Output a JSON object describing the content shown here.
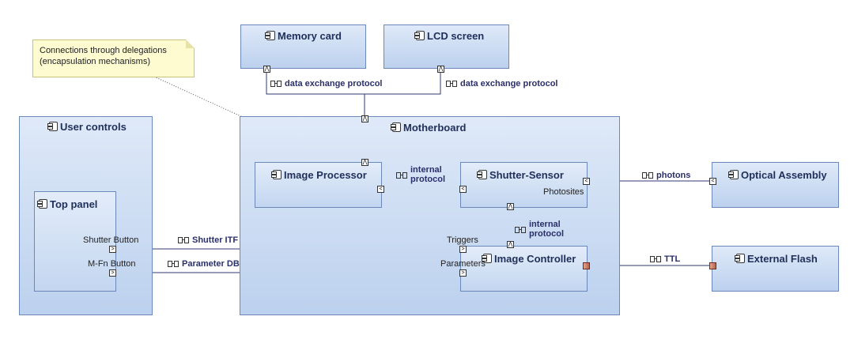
{
  "note": {
    "line1": "Connections through delegations",
    "line2": "(encapsulation mechanisms)"
  },
  "components": {
    "memory_card": "Memory card",
    "lcd_screen": "LCD screen",
    "user_controls": "User controls",
    "top_panel": "Top panel",
    "motherboard": "Motherboard",
    "image_processor": "Image Processor",
    "shutter_sensor": "Shutter-Sensor",
    "image_controller": "Image Controller",
    "optical_assembly": "Optical Assembly",
    "external_flash": "External Flash"
  },
  "ports": {
    "shutter_button": "Shutter Button",
    "mfn_button": "M-Fn Button",
    "triggers": "Triggers",
    "parameters": "Parameters",
    "photosites": "Photosites"
  },
  "connectors": {
    "data_exchange_1": "data exchange protocol",
    "data_exchange_2": "data exchange protocol",
    "internal_1_a": "internal",
    "internal_1_b": "protocol",
    "internal_2_a": "internal",
    "internal_2_b": "protocol",
    "photons": "photons",
    "shutter_itf": "Shutter ITF",
    "parameter_db": "Parameter DB",
    "ttl": "TTL"
  },
  "port_glyphs": {
    "up": "⋀",
    "left": "<",
    "right": ">"
  }
}
